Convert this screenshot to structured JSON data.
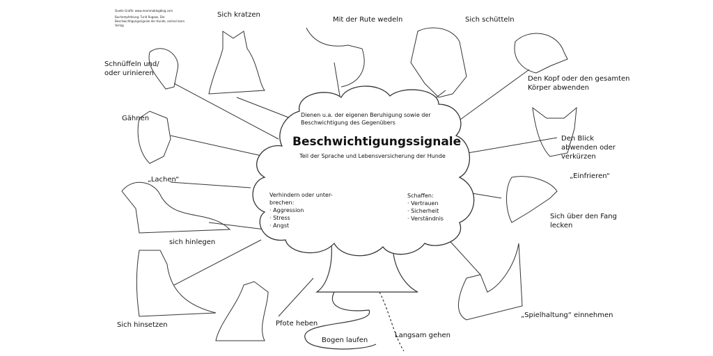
{
  "source": {
    "line1": "Quelle Grafik: www.mammablogblog.com",
    "line2": "Buchempfehlung: Turid Rugaas, Die Beschwichtigungssignale der Hunde, animal learn Verlag"
  },
  "center": {
    "intro": "Dienen u.a. der eigenen Beruhigung sowie der\nBeschwichtigung des Gegenübers",
    "title": "Beschwichtigungssignale",
    "subtitle": "Teil der Sprache und Lebensversicherung der Hunde",
    "left_block": "Verhindern oder unter-\nbrechen:\n· Aggression\n· Stress\n· Angst",
    "right_block": "Schaffen:\n· Vertrauen\n· Sicherheit\n· Verständnis"
  },
  "signals": [
    {
      "label": "Schnüffeln und/\noder urinieren"
    },
    {
      "label": "Sich kratzen"
    },
    {
      "label": "Mit der Rute wedeln"
    },
    {
      "label": "Sich schütteln"
    },
    {
      "label": "Den Kopf oder den gesamten\nKörper abwenden"
    },
    {
      "label": "Gähnen"
    },
    {
      "label": "Den Blick\nabwenden oder\nverkürzen"
    },
    {
      "label": "„Lachen“"
    },
    {
      "label": "„Einfrieren“"
    },
    {
      "label": "Sich über den Fang\nlecken"
    },
    {
      "label": "sich hinlegen"
    },
    {
      "label": "Sich hinsetzen"
    },
    {
      "label": "Pfote heben"
    },
    {
      "label": "Bogen laufen"
    },
    {
      "label": "Langsam gehen"
    },
    {
      "label": "„Spielhaltung“ einnehmen"
    }
  ]
}
